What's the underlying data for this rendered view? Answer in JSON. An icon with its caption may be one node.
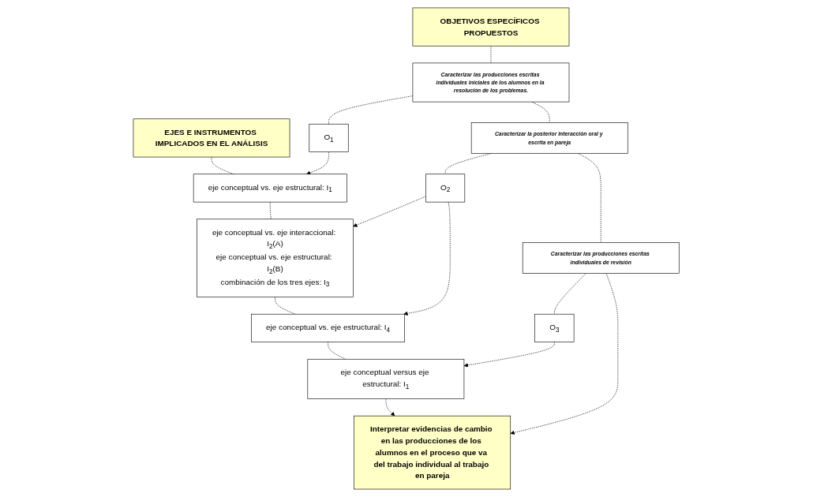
{
  "diagram": {
    "nodes": [
      {
        "text": [
          "OBJETIVOS ESPECÍFICOS PROPUESTOS"
        ]
      },
      {
        "text": [
          "EJES E INSTRUMENTOS IMPLICADOS EN EL ANÁLISIS"
        ]
      },
      {
        "text": [
          "Caracterizar las producciones escritas individuales iniciales de los alumnos en la resolución de los problemas."
        ]
      },
      {
        "text": [
          "O$_{1}$"
        ]
      },
      {
        "text": [
          "eje conceptual vs. eje estructural: I$_{1}$"
        ]
      },
      {
        "text": [
          "Caracterizar la posterior interacción oral y escrita en pareja"
        ]
      },
      {
        "text": [
          "O$_{2}$"
        ]
      },
      {
        "text": [
          "eje conceptual vs. eje interaccional: I$_{2}$(A)",
          "eje conceptual vs. eje estructural: I$_{2}$(B)",
          "combinación de los tres ejes: I$_{3}$"
        ]
      },
      {
        "text": [
          "eje conceptual vs. eje estructural: I$_{4}$"
        ]
      },
      {
        "text": [
          "Caracterizar las producciones escritas individuales de revisión"
        ]
      },
      {
        "text": [
          "O$_{3}$"
        ]
      },
      {
        "text": [
          "eje conceptual versus eje estructural: I$_{1}$"
        ]
      },
      {
        "text": [
          "Interpretar evidencias de cambio en las producciones de los alumnos en el proceso que va del trabajo individual al trabajo en pareja"
        ]
      }
    ],
    "edges": [
      {
        "from": 0,
        "to": 2,
        "arrow": "none",
        "style": "dashed"
      },
      {
        "from": 1,
        "to": 4,
        "arrow": "none",
        "style": "dashed"
      },
      {
        "from": 2,
        "to": 3,
        "arrow": "none",
        "style": "dashed"
      },
      {
        "from": 3,
        "to": 4,
        "arrow": "to",
        "style": "dashed"
      },
      {
        "from": 2,
        "to": 5,
        "arrow": "none",
        "style": "dashed"
      },
      {
        "from": 4,
        "to": 7,
        "arrow": "none",
        "style": "dashed"
      },
      {
        "from": 5,
        "to": 6,
        "arrow": "none",
        "style": "dashed"
      },
      {
        "from": 6,
        "to": 7,
        "arrow": "to",
        "style": "dashed"
      },
      {
        "from": 6,
        "to": 8,
        "arrow": "to",
        "style": "dashed"
      },
      {
        "from": 7,
        "to": 8,
        "arrow": "none",
        "style": "dashed"
      },
      {
        "from": 5,
        "to": 9,
        "arrow": "none",
        "style": "dashed"
      },
      {
        "from": 8,
        "to": 11,
        "arrow": "none",
        "style": "dashed"
      },
      {
        "from": 9,
        "to": 10,
        "arrow": "none",
        "style": "dashed"
      },
      {
        "from": 10,
        "to": 11,
        "arrow": "to",
        "style": "dashed"
      },
      {
        "from": 9,
        "to": 12,
        "arrow": "to",
        "style": "dashed"
      },
      {
        "from": 11,
        "to": 12,
        "arrow": "to",
        "style": "dashed"
      }
    ]
  }
}
